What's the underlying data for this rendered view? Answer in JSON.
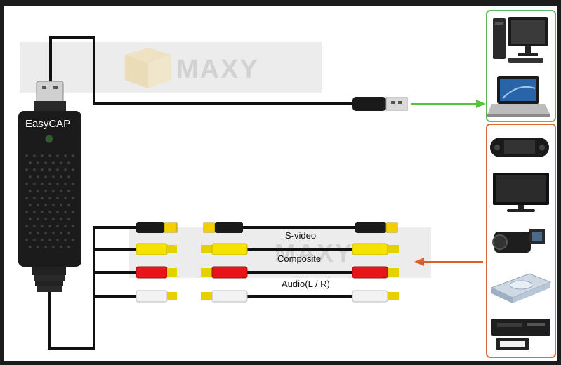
{
  "device": {
    "brand": "EasyCAP"
  },
  "watermark": {
    "text": "MAXY"
  },
  "cables": {
    "svideo": "S-video",
    "composite": "Composite",
    "audio": "Audio(L / R)"
  },
  "colors": {
    "computer_panel_border": "#5cb85c",
    "sources_panel_border": "#d9703a",
    "arrow_green": "#55c43a",
    "arrow_orange": "#d9602a",
    "plug_yellow": "#f5e200",
    "plug_red": "#e8141a",
    "plug_white": "#f2f2f2",
    "plug_black": "#1a1a1a",
    "cable": "#111111"
  },
  "icons": {
    "computer_panel": [
      "desktop-pc-icon",
      "laptop-icon"
    ],
    "sources_panel": [
      "handheld-console-icon",
      "monitor-icon",
      "camcorder-icon",
      "dvd-player-icon",
      "vcr-icon"
    ]
  }
}
